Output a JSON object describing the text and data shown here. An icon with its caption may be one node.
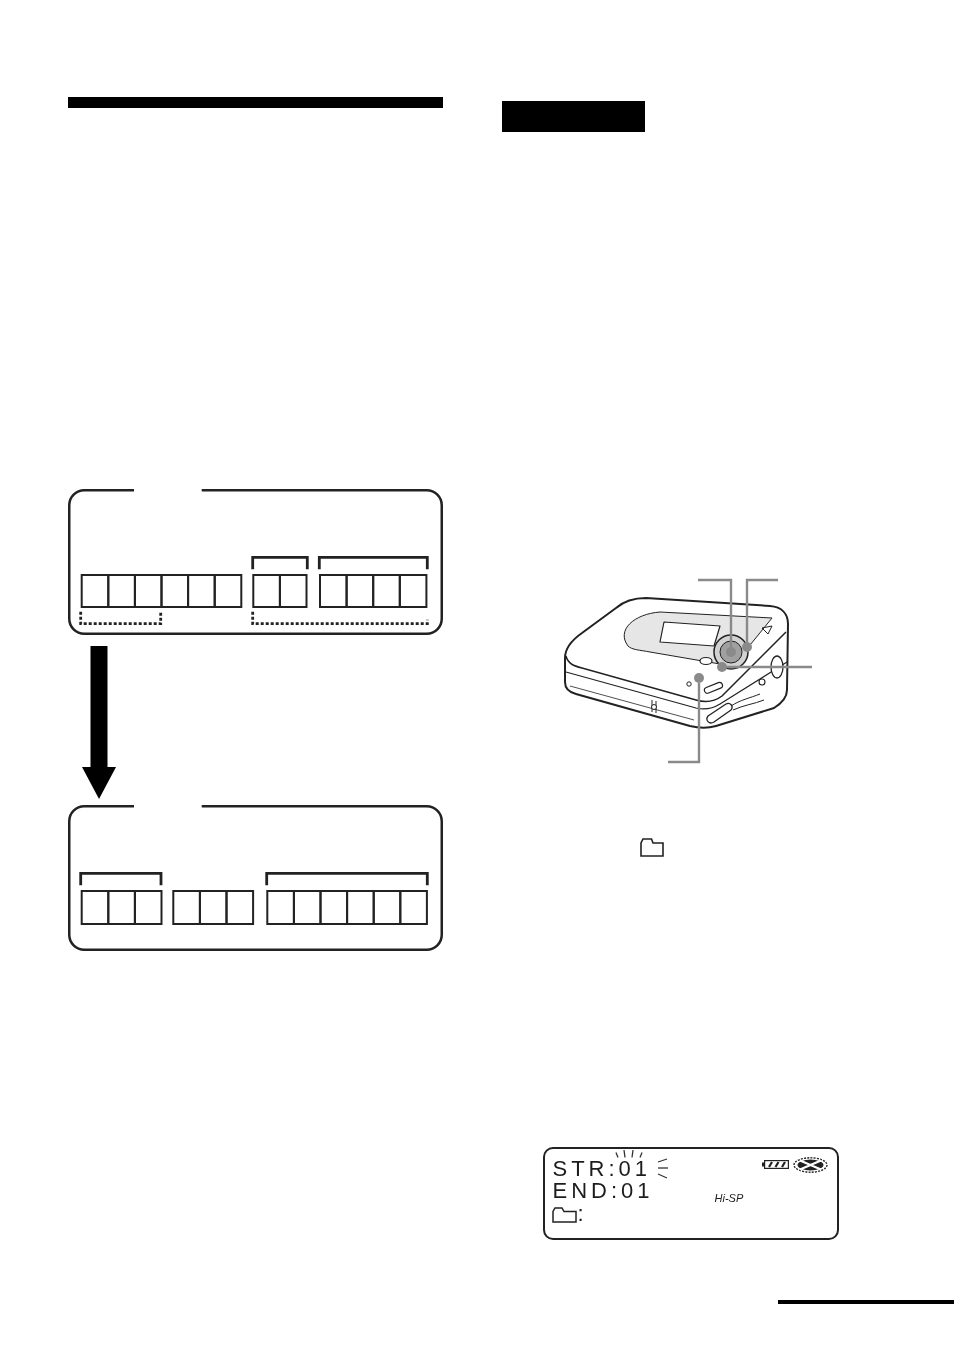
{
  "diagram": {
    "nodes": [
      {
        "text": [],
        "shape": "box"
      },
      {
        "text": [],
        "shape": "box"
      },
      {
        "text": [],
        "shape": "box"
      },
      {
        "text": [],
        "shape": "picture"
      },
      {
        "text": [],
        "shape": "circle",
        "in": 3
      },
      {
        "text": [],
        "shape": "circle",
        "in": 3
      },
      {
        "text": [],
        "shape": "circle",
        "in": 3
      },
      {
        "text": [],
        "shape": "circle",
        "in": 3
      },
      {
        "text": [
          "STR:01",
          "END:01",
          ":",
          "Hi-SP"
        ]
      }
    ],
    "edges": [
      {
        "from": 0,
        "to": 1,
        "arrow": "to",
        "style": "thick",
        "color": "#000000"
      },
      {
        "from": null,
        "to": 4,
        "arrow": "none"
      },
      {
        "from": null,
        "to": 5,
        "arrow": "none"
      },
      {
        "from": null,
        "to": 6,
        "arrow": "none"
      },
      {
        "from": null,
        "to": 7,
        "arrow": "none"
      }
    ]
  }
}
